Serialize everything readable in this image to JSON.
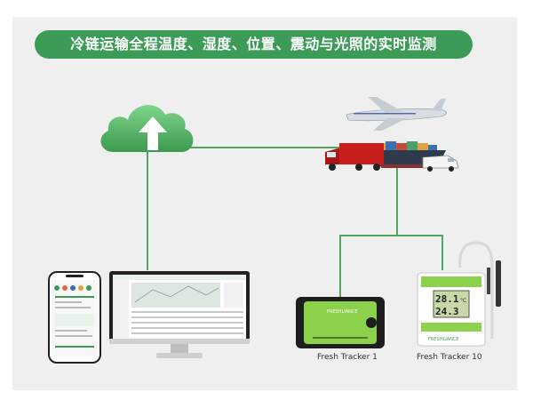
{
  "banner": {
    "title": "冷链运输全程温度、湿度、位置、震动与光照的实时监测"
  },
  "devices": [
    {
      "label": "Fresh Tracker 1",
      "brand": "FRESHLIANCE"
    },
    {
      "label": "Fresh Tracker 10",
      "brand": "FRESHLIANCE",
      "readings": {
        "top": "28.1",
        "bottom": "24.3",
        "unit": "°C"
      }
    }
  ],
  "colors": {
    "accent": "#3d9b58",
    "line": "#4fa860",
    "panel": "#efefef"
  },
  "icons": [
    "cloud-upload-icon",
    "airplane-icon",
    "truck-icon",
    "cargo-ship-icon",
    "van-icon",
    "smartphone-icon",
    "monitor-icon"
  ]
}
